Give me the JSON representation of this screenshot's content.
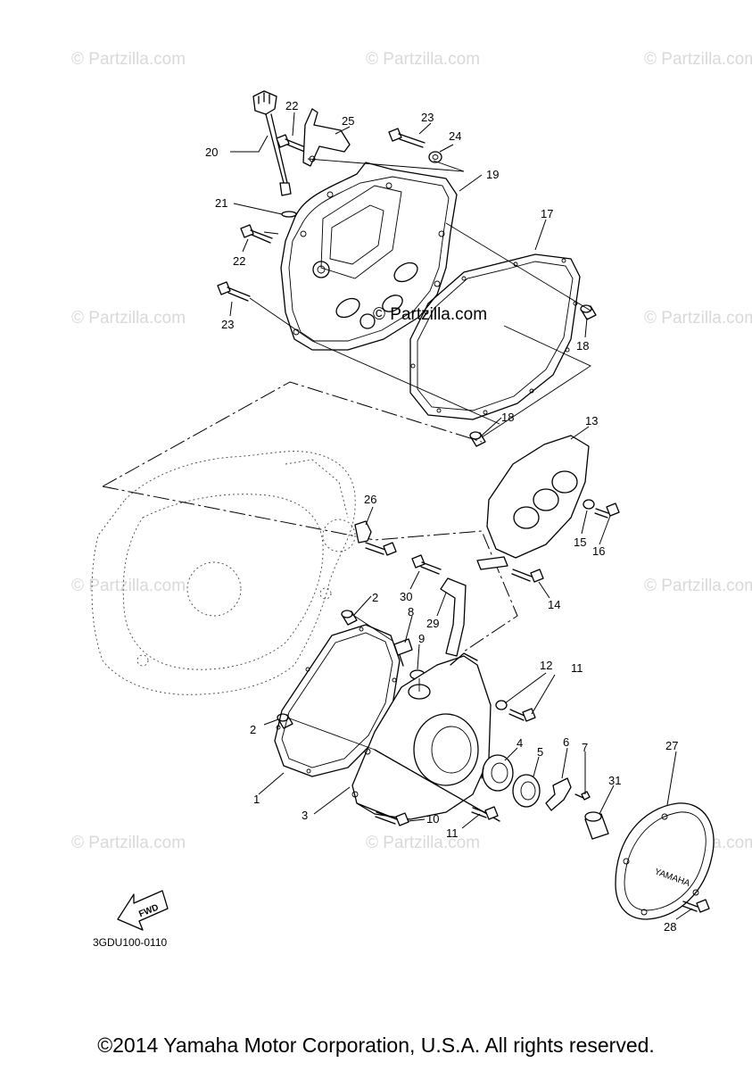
{
  "watermark": {
    "text": "© Partzilla.com",
    "center_text": "© Partzilla.com"
  },
  "callouts": {
    "n1": "1",
    "n2a": "2",
    "n2b": "2",
    "n3": "3",
    "n4": "4",
    "n5": "5",
    "n6": "6",
    "n7": "7",
    "n8": "8",
    "n9": "9",
    "n10": "10",
    "n11a": "11",
    "n11b": "11",
    "n12": "12",
    "n13": "13",
    "n14": "14",
    "n15": "15",
    "n16": "16",
    "n17": "17",
    "n18a": "18",
    "n18b": "18",
    "n19": "19",
    "n20": "20",
    "n21": "21",
    "n22a": "22",
    "n22b": "22",
    "n23a": "23",
    "n23b": "23",
    "n24": "24",
    "n25": "25",
    "n26": "26",
    "n27": "27",
    "n28": "28",
    "n29": "29",
    "n30": "30",
    "n31": "31"
  },
  "fwd_label": "FWD",
  "diagram_code": "3GDU100-0110",
  "copyright": "©2014 Yamaha Motor Corporation, U.S.A. All rights reserved."
}
